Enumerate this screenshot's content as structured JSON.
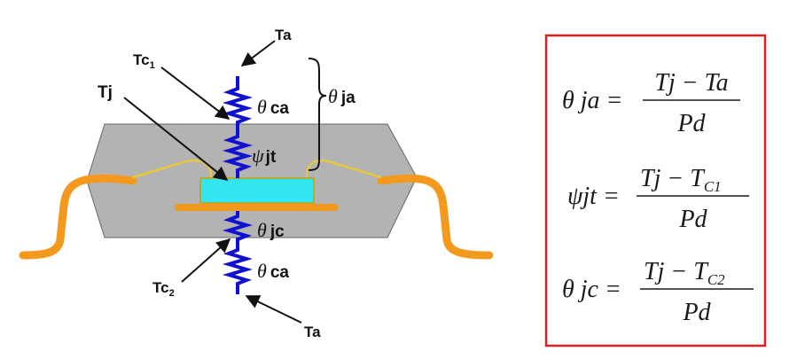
{
  "package_labels": {
    "ta_top": "Ta",
    "tc1_main": "Tc",
    "tc1_sub": "1",
    "tj": "Tj",
    "theta_ca_top_symbol": "θ",
    "theta_ca_top_text": "ca",
    "psi_jt_symbol": "ψ",
    "psi_jt_text": "jt",
    "theta_ja_symbol": "θ",
    "theta_ja_text": "ja",
    "theta_jc_symbol": "θ",
    "theta_jc_text": "jc",
    "theta_ca_bottom_symbol": "θ",
    "theta_ca_bottom_text": "ca",
    "tc2_main": "Tc",
    "tc2_sub": "2",
    "ta_bottom": "Ta"
  },
  "equations": {
    "eq1_lhs": "θ ja =",
    "eq1_num": "Tj − Ta",
    "eq1_den": "Pd",
    "eq2_lhs": "ψjt =",
    "eq2_num_main": "Tj − T",
    "eq2_num_sub": "C1",
    "eq2_den": "Pd",
    "eq3_lhs": "θ jc =",
    "eq3_num_main": "Tj − T",
    "eq3_num_sub": "C2",
    "eq3_den": "Pd"
  },
  "colors": {
    "package_body": "#b3b3b3",
    "package_edge": "#666666",
    "lead": "#f39a1e",
    "die": "#33e5f0",
    "resistor": "#1010d0",
    "equation_border": "#e02020",
    "bond_wire": "#e6c840"
  }
}
